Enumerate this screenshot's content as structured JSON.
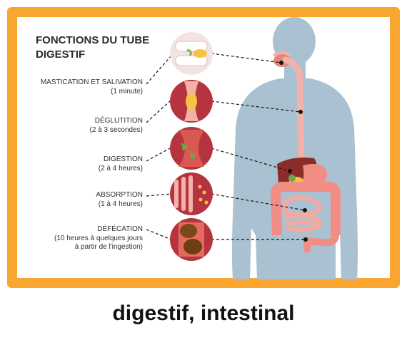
{
  "title": "FONCTIONS DU TUBE DIGESTIF",
  "steps": [
    {
      "name": "MASTICATION ET SALIVATION",
      "duration": "(1 minute)"
    },
    {
      "name": "DÉGLUTITION",
      "duration": "(2 à 3 secondes)"
    },
    {
      "name": "DIGESTION",
      "duration": "(2 à 4 heures)"
    },
    {
      "name": "ABSORPTION",
      "duration": "(1 à 4 heures)"
    },
    {
      "name": "DÉFÉCATION",
      "duration": "(10 heures à quelques jours",
      "duration2": "à partir de l'ingestion)"
    }
  ],
  "caption": "digestif, intestinal",
  "colors": {
    "frame": "#f9a630",
    "body": "#a9c1d0",
    "tube": "#f3b2a9",
    "circle": "#b5343f",
    "organ": "#f08e86",
    "liver": "#8c2c28",
    "bile": "#f6c342"
  }
}
